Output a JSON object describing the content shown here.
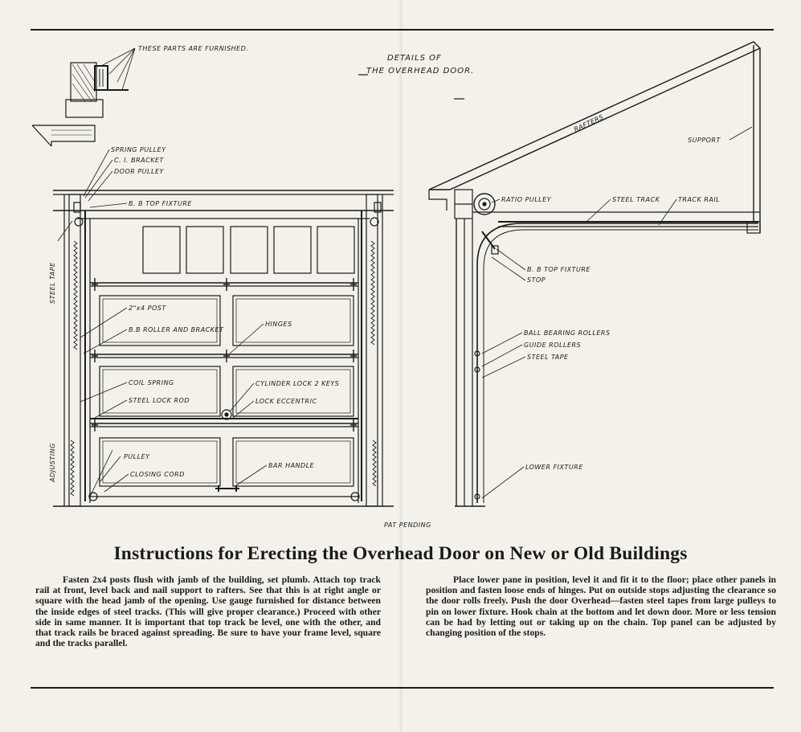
{
  "diagram": {
    "heading_line1": "DETAILS OF",
    "heading_line2": "THE OVERHEAD DOOR.",
    "pat_pending": "PAT PENDING",
    "front_labels": {
      "furnished": "THESE PARTS ARE FURNISHED.",
      "spring_pulley": "SPRING PULLEY",
      "ci_bracket": "C. I. BRACKET",
      "door_pulley": "DOOR PULLEY",
      "bb_top_fixture": "B. B TOP FIXTURE",
      "steel_tape": "STEEL TAPE",
      "post": "2\"x4 POST",
      "roller_bracket": "B.B ROLLER AND BRACKET",
      "hinges": "HINGES",
      "coil_spring": "COIL SPRING",
      "cylinder_lock": "CYLINDER LOCK 2 KEYS",
      "steel_lock_rod": "STEEL LOCK ROD",
      "lock_eccentric": "LOCK ECCENTRIC",
      "adjusting": "ADJUSTING",
      "pulley": "PULLEY",
      "closing_cord": "CLOSING CORD",
      "bar_handle": "BAR HANDLE"
    },
    "side_labels": {
      "rafters": "RAFTERS",
      "support": "SUPPORT",
      "ratio_pulley": "RATIO PULLEY",
      "steel_track": "STEEL TRACK",
      "track_rail": "TRACK RAIL",
      "bb_top_fixture": "B. B TOP FIXTURE",
      "stop": "STOP",
      "ball_bearing_rollers": "BALL BEARING ROLLERS",
      "guide_rollers": "GUIDE ROLLERS",
      "steel_tape": "STEEL TAPE",
      "lower_fixture": "LOWER FIXTURE"
    }
  },
  "title": "Instructions for Erecting the Overhead Door on New or Old Buildings",
  "instructions": {
    "left": "Fasten 2x4 posts flush with jamb of the building, set plumb. Attach top track rail at front, level back and nail support to rafters. See that this is at right angle or square with the head jamb of the opening. Use gauge furnished for distance between the inside edges of steel tracks. (This will give proper clearance.) Proceed with other side in same manner. It is important that top track be level, one with the other, and that track rails be braced against spreading. Be sure to have your frame level, square and the tracks parallel.",
    "right": "Place lower pane in position, level it and fit it to the floor; place other panels in position and fasten loose ends of hinges. Put on outside stops adjusting the clearance so the door rolls freely. Push the door Overhead—fasten steel tapes from large pulleys to pin on lower fixture. Hook chain at the bottom and let down door. More or less tension can be had by letting out or taking up on the chain. Top panel can be adjusted by changing position of the stops."
  }
}
